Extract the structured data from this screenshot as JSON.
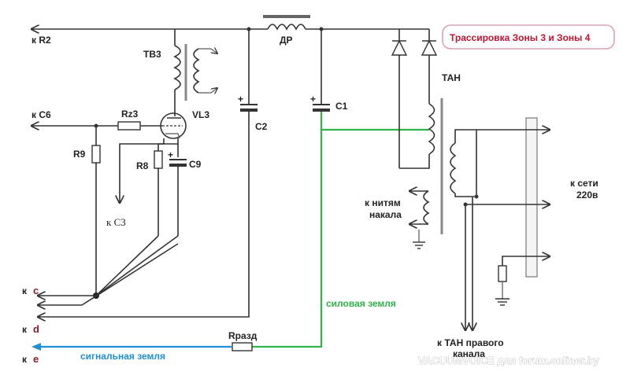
{
  "title": "Трассировка Зоны 3 и Зоны 4",
  "labels": {
    "r2": "к R2",
    "c6": "к С6",
    "tv3": "ТВ3",
    "dr": "ДР",
    "vl3": "VL3",
    "rz3": "Rz3",
    "r9": "R9",
    "r8": "R8",
    "c9": "С9",
    "c2": "С2",
    "c1": "С1",
    "tan": "ТАН",
    "c3": "к С3",
    "filament_1": "к нитям",
    "filament_2": "накала",
    "mains_1": "к сети",
    "mains_2": "220в",
    "power_ground": "силовая земля",
    "signal_ground": "сигнальная земля",
    "rrazd": "Rразд",
    "tan_right_1": "к ТАН правого",
    "tan_right_2": "канала",
    "k_c": "к",
    "c": "c",
    "k_d": "к",
    "d": "d",
    "k_e": "к",
    "e": "e"
  },
  "watermark": "VACUUMVOICE для forum.onliner.by",
  "colors": {
    "title": "#c2132f",
    "power_ground": "#2fb34a",
    "signal_ground": "#1e8fd6"
  }
}
